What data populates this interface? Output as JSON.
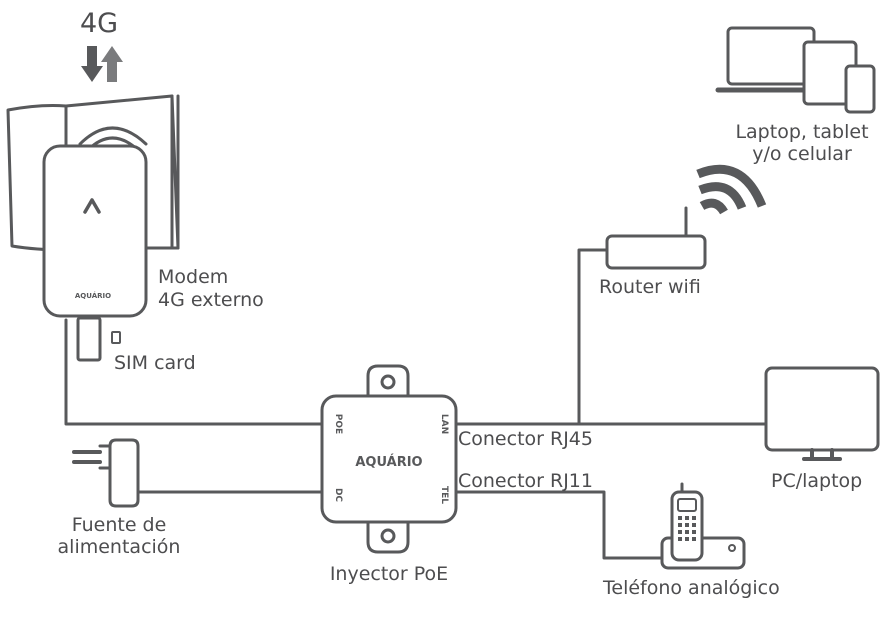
{
  "signal": {
    "label": "4G"
  },
  "modem": {
    "line1": "Modem",
    "line2": "4G externo",
    "brand": "AQUÁRIO",
    "sim_label": "SIM card"
  },
  "devices": {
    "line1": "Laptop, tablet",
    "line2": "y/o celular"
  },
  "router": {
    "label": "Router wifi"
  },
  "pc": {
    "label": "PC/laptop"
  },
  "injector": {
    "label": "Inyector PoE",
    "brand": "AQUÁRIO",
    "ports": {
      "poe": "POE",
      "dc": "DC",
      "lan": "LAN",
      "tel": "TEL"
    }
  },
  "connectors": {
    "rj45": "Conector RJ45",
    "rj11": "Conector RJ11"
  },
  "power_supply": {
    "line1": "Fuente de",
    "line2": "alimentación"
  },
  "phone": {
    "label": "Teléfono analógico"
  },
  "colors": {
    "line": "#58595b",
    "text": "#4d4d4f",
    "fill": "#ffffff"
  }
}
